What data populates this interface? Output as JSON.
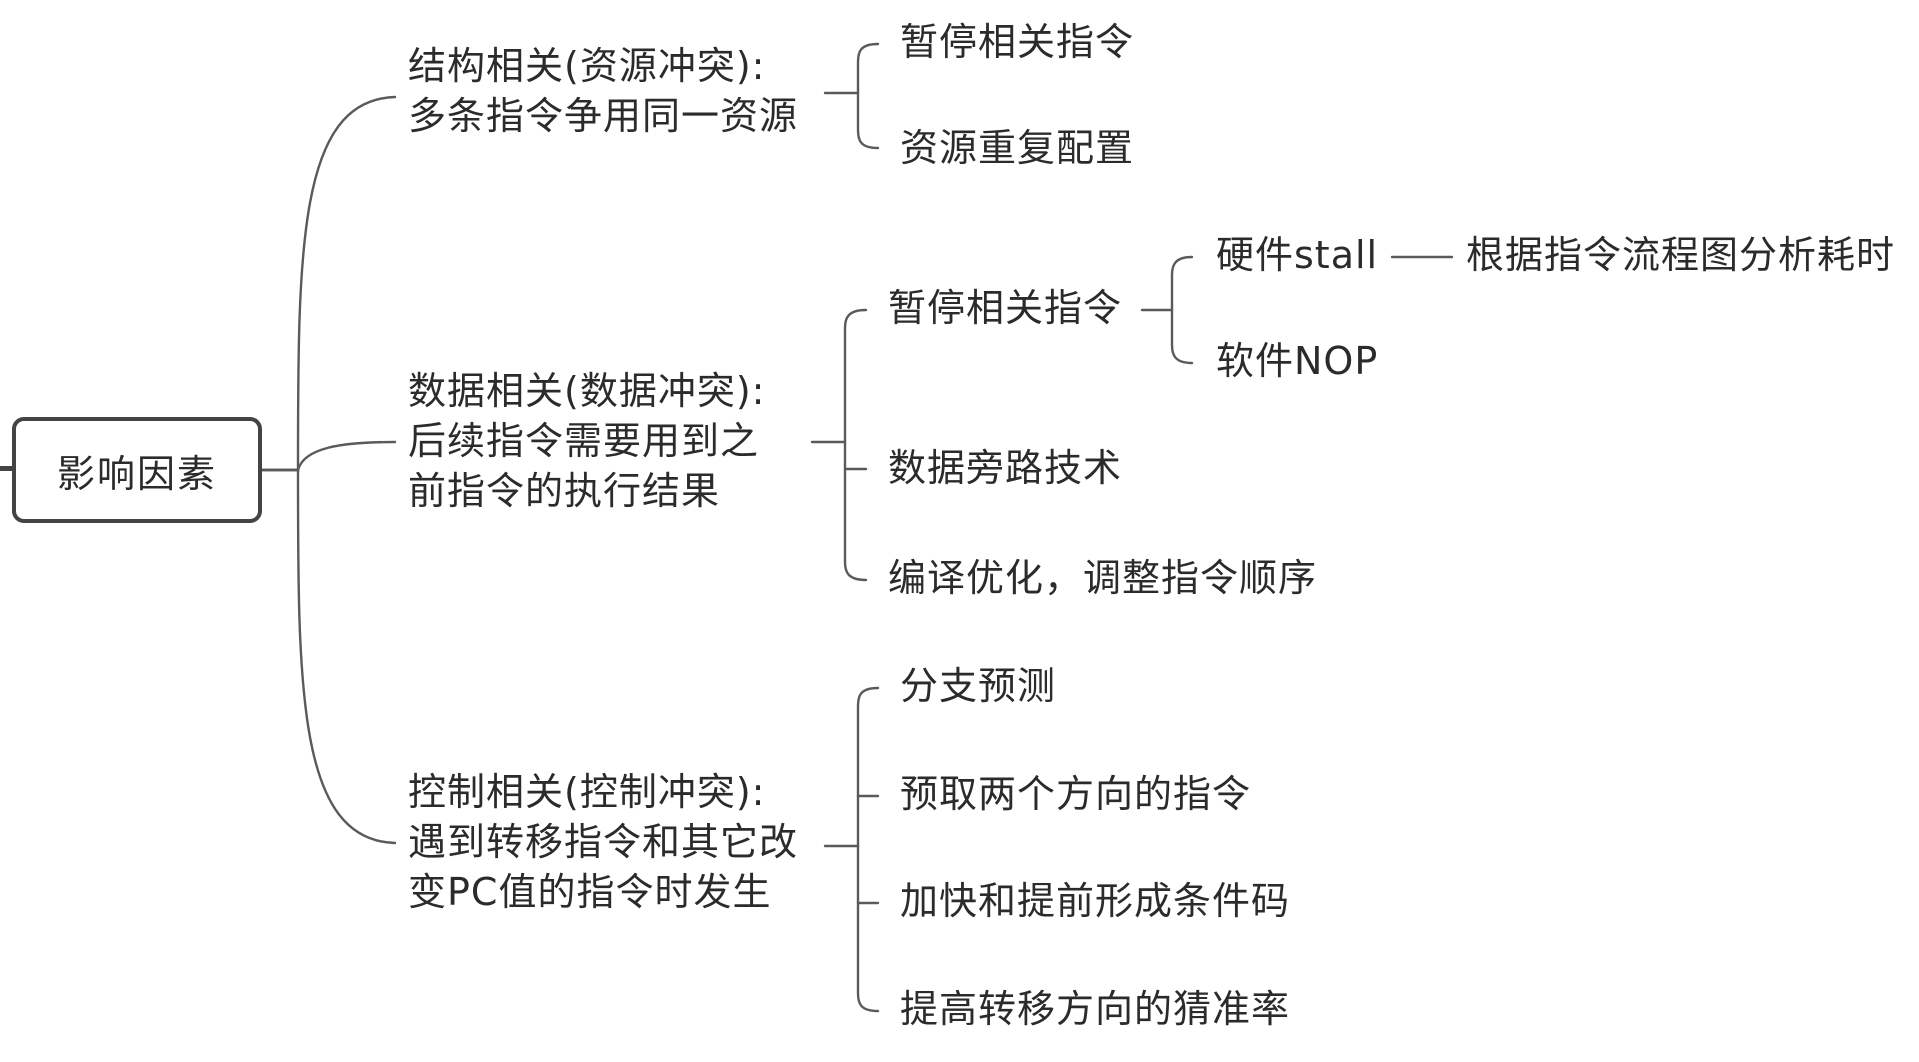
{
  "root": {
    "label": "影响因素"
  },
  "branches": {
    "structural": {
      "lines": [
        "结构相关(资源冲突):",
        "多条指令争用同一资源"
      ],
      "children": [
        "暂停相关指令",
        "资源重复配置"
      ]
    },
    "data": {
      "lines": [
        "数据相关(数据冲突):",
        "后续指令需要用到之",
        "前指令的执行结果"
      ],
      "children": [
        "暂停相关指令",
        "数据旁路技术",
        "编译优化，调整指令顺序"
      ],
      "stall_children": [
        "硬件stall",
        "软件NOP"
      ],
      "hardware_stall_detail": "根据指令流程图分析耗时"
    },
    "control": {
      "lines": [
        "控制相关(控制冲突):",
        "遇到转移指令和其它改",
        "变PC值的指令时发生"
      ],
      "children": [
        "分支预测",
        "预取两个方向的指令",
        "加快和提前形成条件码",
        "提高转移方向的猜准率"
      ]
    }
  },
  "colors": {
    "line": "#5a5a5a",
    "text": "#2b2b2b",
    "box_border": "#444444",
    "background": "#ffffff"
  }
}
